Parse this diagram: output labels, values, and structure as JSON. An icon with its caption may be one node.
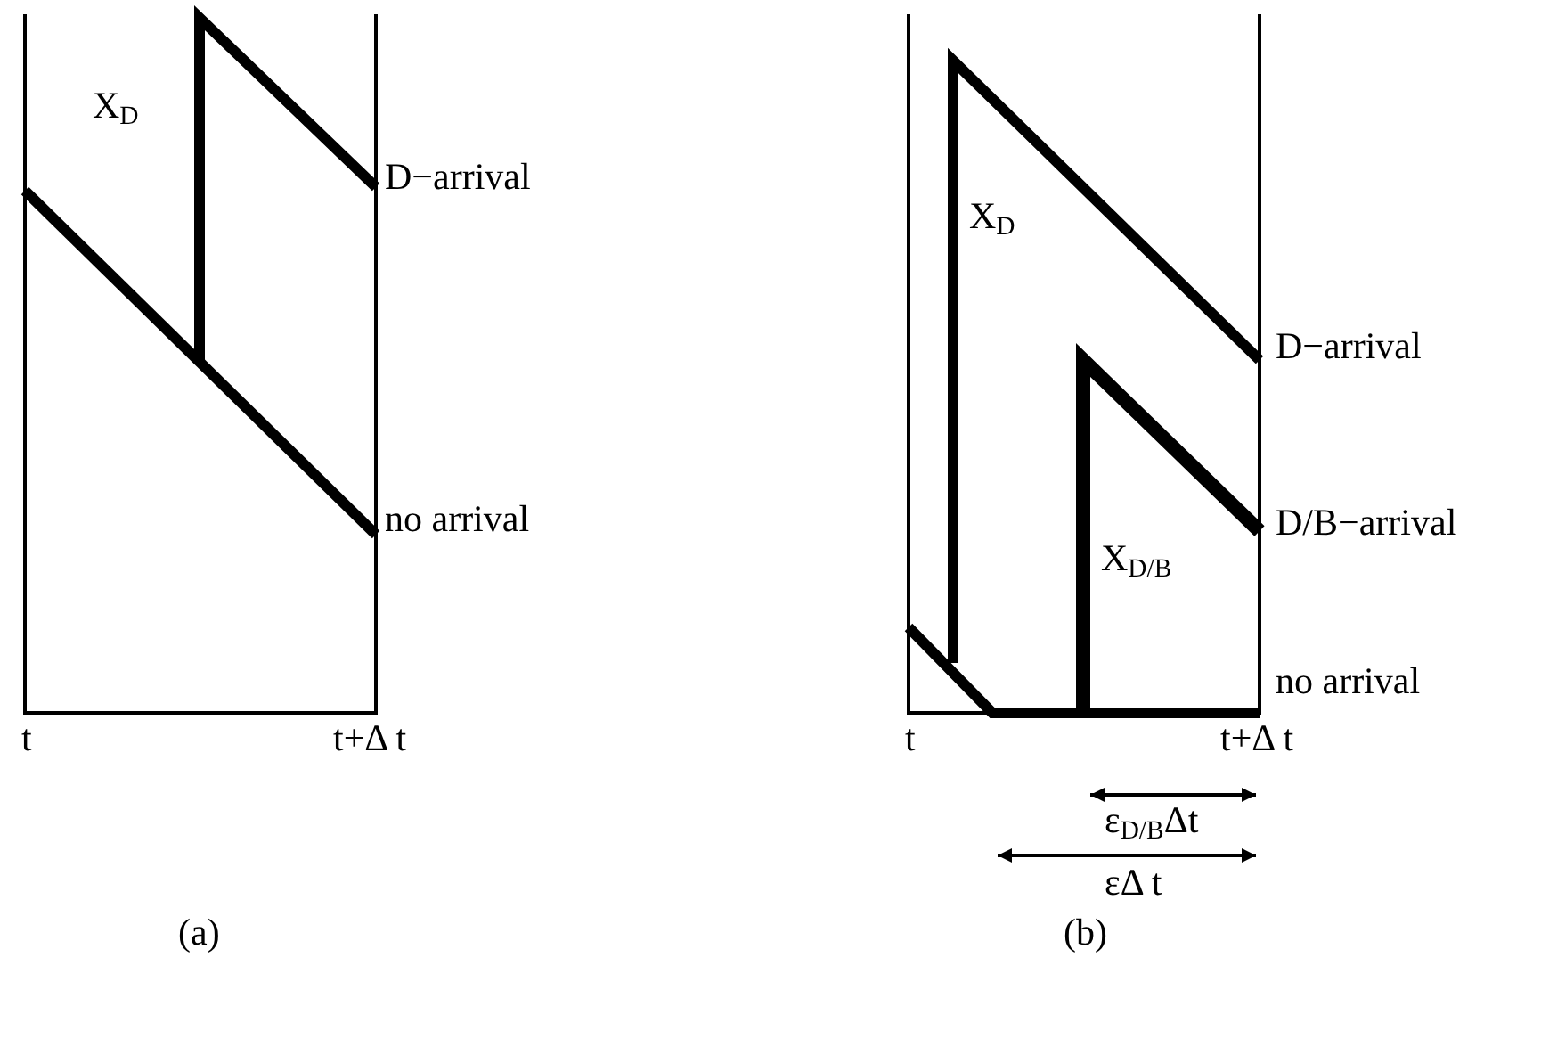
{
  "diagram": {
    "labels": [
      "X$_{D}$",
      "D−arrival",
      "no arrival",
      "t",
      "t+Δ t",
      "X$_{D}$",
      "D−arrival",
      "D/B−arrival",
      "X$_{D/B}$",
      "no arrival",
      "t",
      "t+Δ t",
      "ε$_{D/B}$Δt",
      "εΔ t",
      "(a)",
      "(b)"
    ]
  }
}
